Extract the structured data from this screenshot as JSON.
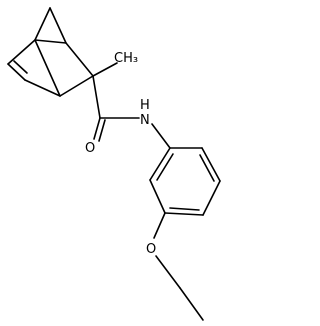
{
  "molecule": {
    "atoms": {
      "methyl_label": "CH₃",
      "nitrogen": "N",
      "hydrogen": "H",
      "carbonyl_oxygen": "O",
      "ether_oxygen": "O"
    }
  }
}
